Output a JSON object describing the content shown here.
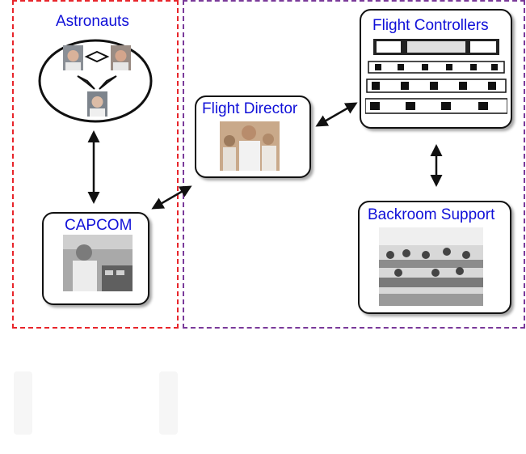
{
  "nodes": {
    "astronauts": "Astronauts",
    "capcom": "CAPCOM",
    "flight_director": "Flight Director",
    "flight_controllers": "Flight Controllers",
    "backroom_support": "Backroom Support"
  },
  "colors": {
    "label": "#1010d8",
    "astronaut_group_border": "#e8252b",
    "ground_group_border": "#7a3a9a"
  }
}
